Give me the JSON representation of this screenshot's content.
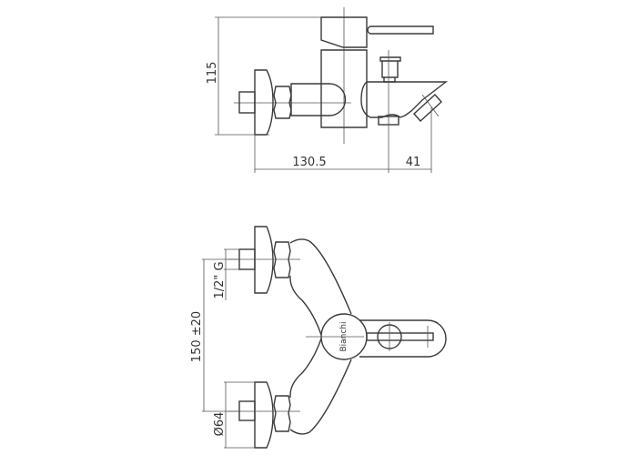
{
  "top_view": {
    "dim_height": "115",
    "dim_length": "130.5",
    "dim_spout": "41"
  },
  "front_view": {
    "dim_centers": "150 ±20",
    "dim_thread": "1/2\" G",
    "dim_diameter": "Ø64",
    "brand": "Bianchi"
  },
  "colors": {
    "line": "#3a3a3a",
    "background": "#ffffff"
  }
}
